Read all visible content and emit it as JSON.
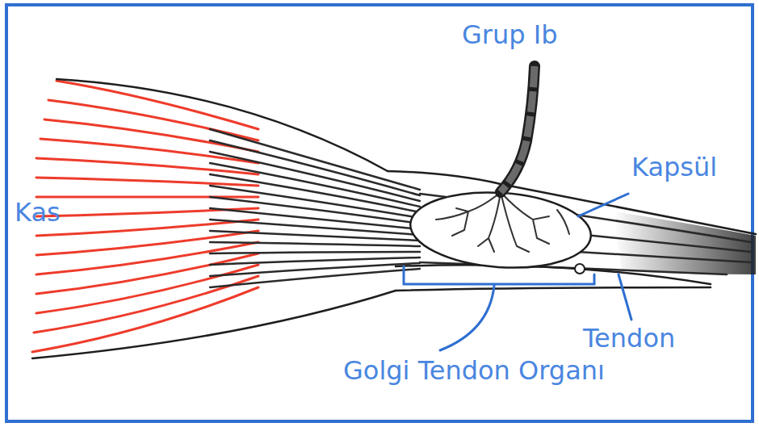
{
  "diagram": {
    "labels": [
      "Grup Ib",
      "Kapsül",
      "Kas",
      "Tendon",
      "Golgi Tendon Organı"
    ]
  }
}
